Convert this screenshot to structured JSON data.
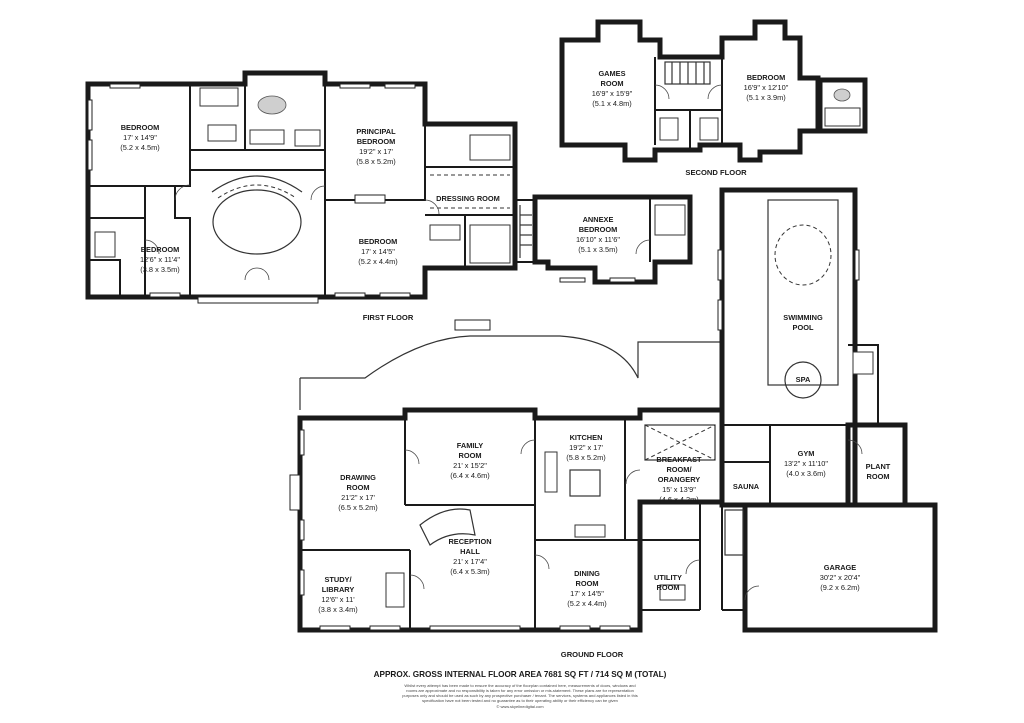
{
  "floors": {
    "first": "FIRST FLOOR",
    "second": "SECOND FLOOR",
    "ground": "GROUND FLOOR"
  },
  "rooms": {
    "ff_bedroom_1": {
      "name": "BEDROOM",
      "dim1": "17' x 14'9\"",
      "dim2": "(5.2 x 4.5m)"
    },
    "ff_bedroom_2": {
      "name": "BEDROOM",
      "dim1": "12'6\" x 11'4\"",
      "dim2": "(3.8 x 3.5m)"
    },
    "ff_principal": {
      "name1": "PRINCIPAL",
      "name2": "BEDROOM",
      "dim1": "19'2\" x 17'",
      "dim2": "(5.8 x 5.2m)"
    },
    "ff_dressing": {
      "name": "DRESSING ROOM"
    },
    "ff_bedroom_3": {
      "name": "BEDROOM",
      "dim1": "17' x 14'5\"",
      "dim2": "(5.2 x 4.4m)"
    },
    "ff_annexe": {
      "name1": "ANNEXE",
      "name2": "BEDROOM",
      "dim1": "16'10\" x 11'6\"",
      "dim2": "(5.1 x 3.5m)"
    },
    "sf_games": {
      "name1": "GAMES",
      "name2": "ROOM",
      "dim1": "16'9\" x 15'9\"",
      "dim2": "(5.1 x 4.8m)"
    },
    "sf_bedroom": {
      "name": "BEDROOM",
      "dim1": "16'9\" x 12'10\"",
      "dim2": "(5.1 x 3.9m)"
    },
    "gf_pool": {
      "name1": "SWIMMING",
      "name2": "POOL"
    },
    "gf_spa": {
      "name": "SPA"
    },
    "gf_sauna": {
      "name": "SAUNA"
    },
    "gf_gym": {
      "name": "GYM",
      "dim1": "13'2\" x 11'10\"",
      "dim2": "(4.0 x 3.6m)"
    },
    "gf_plant": {
      "name1": "PLANT",
      "name2": "ROOM"
    },
    "gf_drawing": {
      "name1": "DRAWING",
      "name2": "ROOM",
      "dim1": "21'2\" x 17'",
      "dim2": "(6.5 x 5.2m)"
    },
    "gf_family": {
      "name1": "FAMILY",
      "name2": "ROOM",
      "dim1": "21' x 15'2\"",
      "dim2": "(6.4 x 4.6m)"
    },
    "gf_kitchen": {
      "name": "KITCHEN",
      "dim1": "19'2\" x 17'",
      "dim2": "(5.8 x 5.2m)"
    },
    "gf_breakfast": {
      "name1": "BREAKFAST",
      "name2": "ROOM/",
      "name3": "ORANGERY",
      "dim1": "15' x 13'9\"",
      "dim2": "(4.6 x 4.2m)"
    },
    "gf_reception": {
      "name1": "RECEPTION",
      "name2": "HALL",
      "dim1": "21' x 17'4\"",
      "dim2": "(6.4 x 5.3m)"
    },
    "gf_study": {
      "name1": "STUDY/",
      "name2": "LIBRARY",
      "dim1": "12'6\" x 11'",
      "dim2": "(3.8 x 3.4m)"
    },
    "gf_dining": {
      "name1": "DINING",
      "name2": "ROOM",
      "dim1": "17' x 14'5\"",
      "dim2": "(5.2 x 4.4m)"
    },
    "gf_utility": {
      "name1": "UTILITY",
      "name2": "ROOM"
    },
    "gf_garage": {
      "name": "GARAGE",
      "dim1": "30'2\" x 20'4\"",
      "dim2": "(9.2 x 6.2m)"
    }
  },
  "footer": {
    "area": "APPROX. GROSS INTERNAL FLOOR AREA 7681 SQ FT / 714 SQ M (TOTAL)",
    "disclaimer1": "Whilst every attempt has been made to ensure the accuracy of the floorplan contained here, measurements of doors, windows and",
    "disclaimer2": "rooms are approximate and no responsibility is taken for any error omission or mis-statement. These plans are for representation",
    "disclaimer3": "purposes only and should be used as such by any prospective purchaser / tenant. The services, systems and appliances listed in this",
    "disclaimer4": "specification have not been tested and no guarantee as to their operating ability or their efficiency can be given",
    "credit": "© www.skyelinedigital.com"
  }
}
